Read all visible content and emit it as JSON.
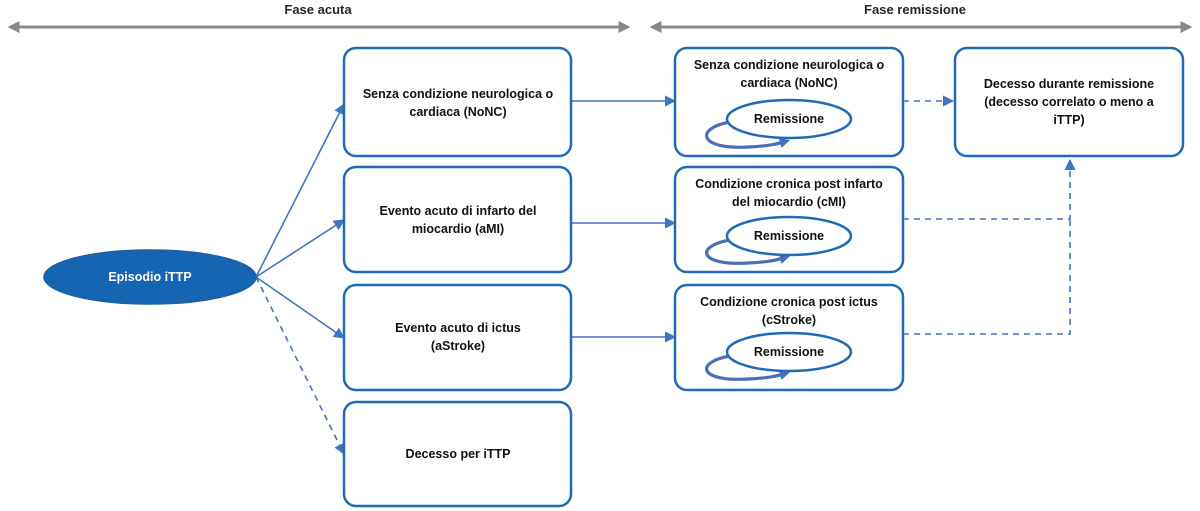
{
  "phases": {
    "acute": "Fase acuta",
    "remission": "Fase remissione"
  },
  "start_node": "Episodio iTTP",
  "acute_states": [
    [
      "Senza condizione neurologica o",
      "cardiaca (NoNC)"
    ],
    [
      "Evento acuto di infarto del",
      "miocardio (aMI)"
    ],
    [
      "Evento acuto di ictus",
      "(aStroke)"
    ],
    [
      "Decesso per iTTP"
    ]
  ],
  "remission_states": [
    [
      "Senza condizione neurologica o",
      "cardiaca (NoNC)"
    ],
    [
      "Condizione cronica post infarto",
      "del miocardio (cMI)"
    ],
    [
      "Condizione cronica post ictus",
      "(cStroke)"
    ]
  ],
  "remission_loop_label": "Remissione",
  "death_remission": [
    "Decesso durante remissione",
    "(decesso correlato o meno a",
    "iTTP)"
  ],
  "colors": {
    "box_border": "#1f6bb5",
    "start_fill": "#1565b3",
    "connector": "#4472c4",
    "phase_arrow": "#888888"
  }
}
